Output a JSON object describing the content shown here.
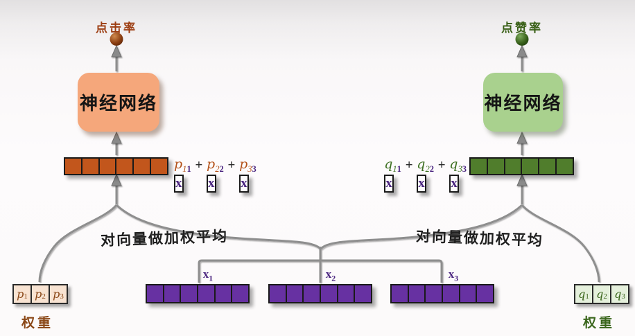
{
  "left_tower": {
    "output_label": "点击率",
    "network_label": "神经网络",
    "annotation": "对向量做加权平均",
    "weight_caption": "权重",
    "vector_cells": 6,
    "weights": [
      {
        "base": "p",
        "sub": "1"
      },
      {
        "base": "p",
        "sub": "2"
      },
      {
        "base": "p",
        "sub": "3"
      }
    ],
    "formula": {
      "plus": "+",
      "terms": [
        {
          "coef": "p",
          "coef_sub": "1",
          "vec": "x",
          "vec_sub": "1"
        },
        {
          "coef": "p",
          "coef_sub": "2",
          "vec": "x",
          "vec_sub": "2"
        },
        {
          "coef": "p",
          "coef_sub": "3",
          "vec": "x",
          "vec_sub": "3"
        }
      ]
    }
  },
  "right_tower": {
    "output_label": "点赞率",
    "network_label": "神经网络",
    "annotation": "对向量做加权平均",
    "weight_caption": "权重",
    "vector_cells": 6,
    "weights": [
      {
        "base": "q",
        "sub": "1"
      },
      {
        "base": "q",
        "sub": "2"
      },
      {
        "base": "q",
        "sub": "3"
      }
    ],
    "formula": {
      "plus": "+",
      "terms": [
        {
          "coef": "q",
          "coef_sub": "1",
          "vec": "x",
          "vec_sub": "1"
        },
        {
          "coef": "q",
          "coef_sub": "2",
          "vec": "x",
          "vec_sub": "2"
        },
        {
          "coef": "q",
          "coef_sub": "3",
          "vec": "x",
          "vec_sub": "3"
        }
      ]
    }
  },
  "shared_inputs": {
    "vectors": [
      {
        "label_base": "x",
        "label_sub": "1",
        "cells": 6
      },
      {
        "label_base": "x",
        "label_sub": "2",
        "cells": 6
      },
      {
        "label_base": "x",
        "label_sub": "3",
        "cells": 6
      }
    ]
  },
  "colors": {
    "orange_box": "#F5A77B",
    "orange_vector": "#C2561C",
    "orange_label": "#9C3C10",
    "coef_p": "#B4531B",
    "orange_weight_fill": "#F8E3D2",
    "orange_weight_text": "#8A4716",
    "green_box": "#A9D18E",
    "green_vector": "#507D2C",
    "green_label": "#375E14",
    "coef_q": "#3E7022",
    "green_weight_fill": "#E5F0DC",
    "green_weight_text": "#3A661C",
    "purple_vector": "#6731A2",
    "purple_text": "#4B2680",
    "plus_text": "#2B2B2B",
    "connector": "#8E8E8E",
    "annotation": "#1F1F1F",
    "cell_border": "#1A1A1A",
    "dot_brown": "#7A3510",
    "dot_green": "#2D5414"
  }
}
